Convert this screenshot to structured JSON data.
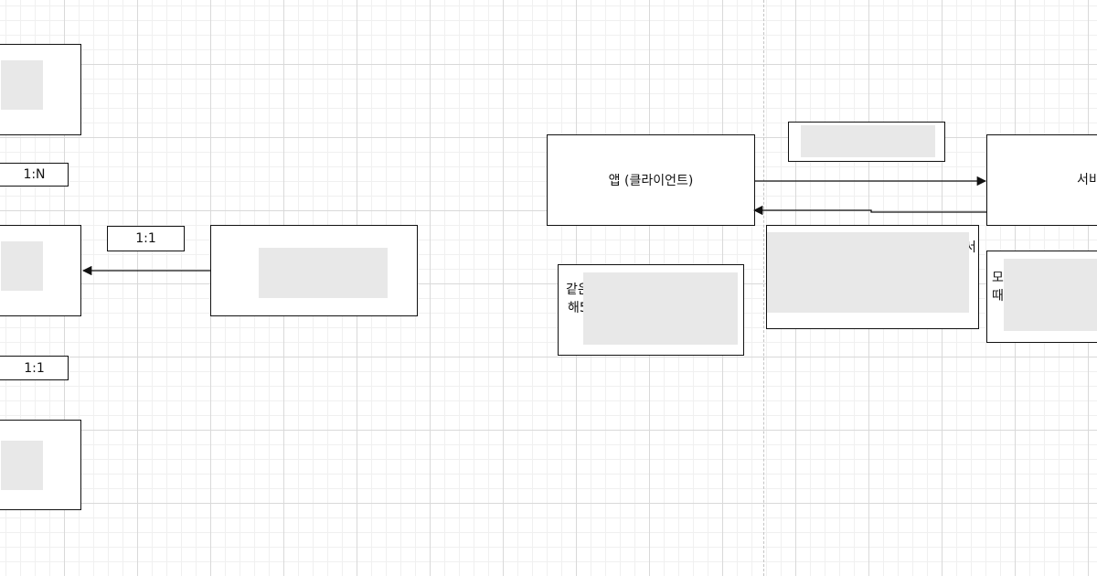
{
  "labels": {
    "one_to_n": "1:N",
    "one_to_one_top": "1:1",
    "one_to_one_bottom": "1:1"
  },
  "nodes": {
    "app_client": "앱 (클라이언트)",
    "server_partial": "서비",
    "note_left_line1": "같은",
    "note_left_line2": "해5",
    "note_right_line1": "모",
    "note_right_line2": "때",
    "note_middle_fragment": "서"
  },
  "colors": {
    "stroke": "#111111",
    "grid_major": "#d9d9d9",
    "grid_minor": "#f0f0f0",
    "redaction": "#e8e8e8"
  }
}
